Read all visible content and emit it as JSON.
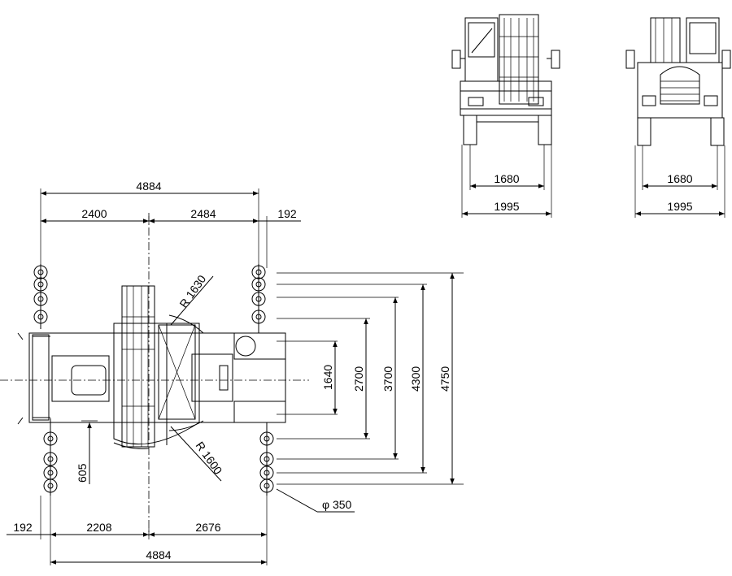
{
  "front_view": {
    "track_width": "1680",
    "overall_width": "1995"
  },
  "rear_view": {
    "track_width": "1680",
    "overall_width": "1995"
  },
  "top_dims": {
    "outrigger_span": "4884",
    "left_to_center": "2400",
    "center_to_right": "2484",
    "right_offset": "192"
  },
  "bottom_dims": {
    "left_offset": "192",
    "left_to_center": "2208",
    "center_to_right": "2676",
    "outrigger_span": "4884"
  },
  "vertical_dims": [
    "1640",
    "2700",
    "3700",
    "4300",
    "4750"
  ],
  "side_dim": "605",
  "radius_front": "R 1630",
  "radius_rear": "R 1600",
  "float_diameter": "φ 350"
}
